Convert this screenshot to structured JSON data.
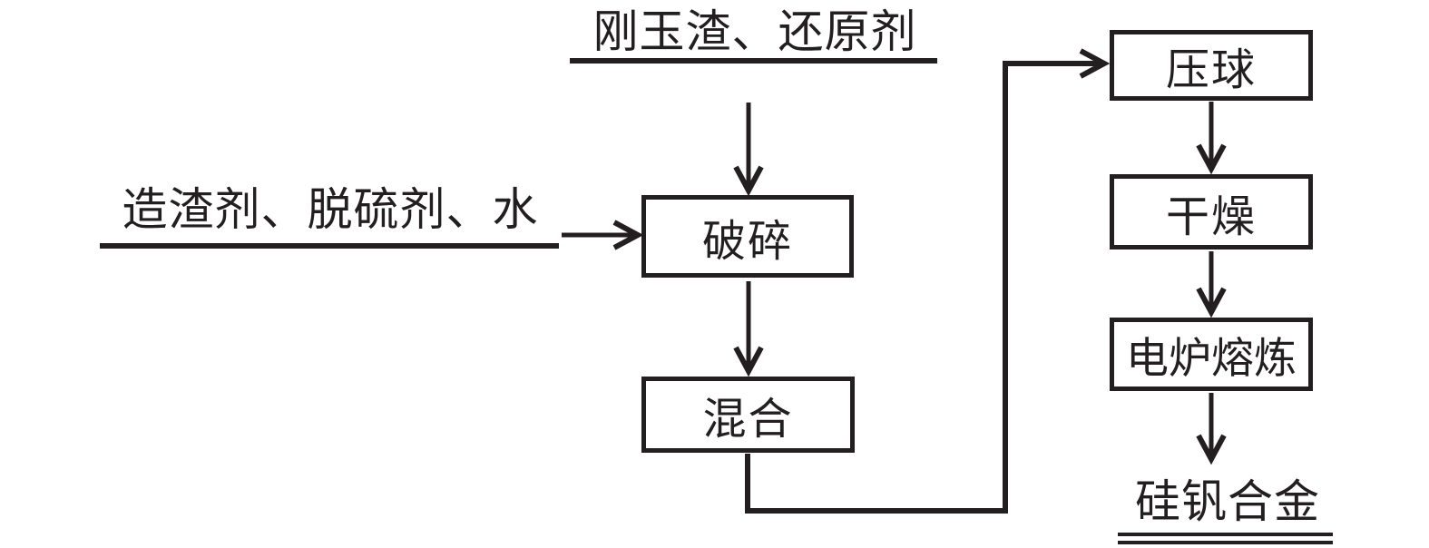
{
  "diagram": {
    "type": "flowchart",
    "language": "zh",
    "inputs": [
      {
        "id": "top-input",
        "label": "刚玉渣、还原剂"
      },
      {
        "id": "left-input",
        "label": "造渣剂、脱硫剂、水"
      }
    ],
    "process_nodes": [
      {
        "id": "crush",
        "label": "破碎"
      },
      {
        "id": "mix",
        "label": "混合"
      },
      {
        "id": "press-ball",
        "label": "压球"
      },
      {
        "id": "dry",
        "label": "干燥"
      },
      {
        "id": "electric-furnace-smelting",
        "label": "电炉熔炼"
      }
    ],
    "output": {
      "id": "product",
      "label": "硅钒合金"
    },
    "edges": [
      {
        "from": "top-input",
        "to": "crush"
      },
      {
        "from": "left-input",
        "to": "crush"
      },
      {
        "from": "crush",
        "to": "mix"
      },
      {
        "from": "mix",
        "to": "press-ball"
      },
      {
        "from": "press-ball",
        "to": "dry"
      },
      {
        "from": "dry",
        "to": "electric-furnace-smelting"
      },
      {
        "from": "electric-furnace-smelting",
        "to": "product"
      }
    ],
    "colors": {
      "ink": "#231f20",
      "background": "#ffffff"
    }
  }
}
